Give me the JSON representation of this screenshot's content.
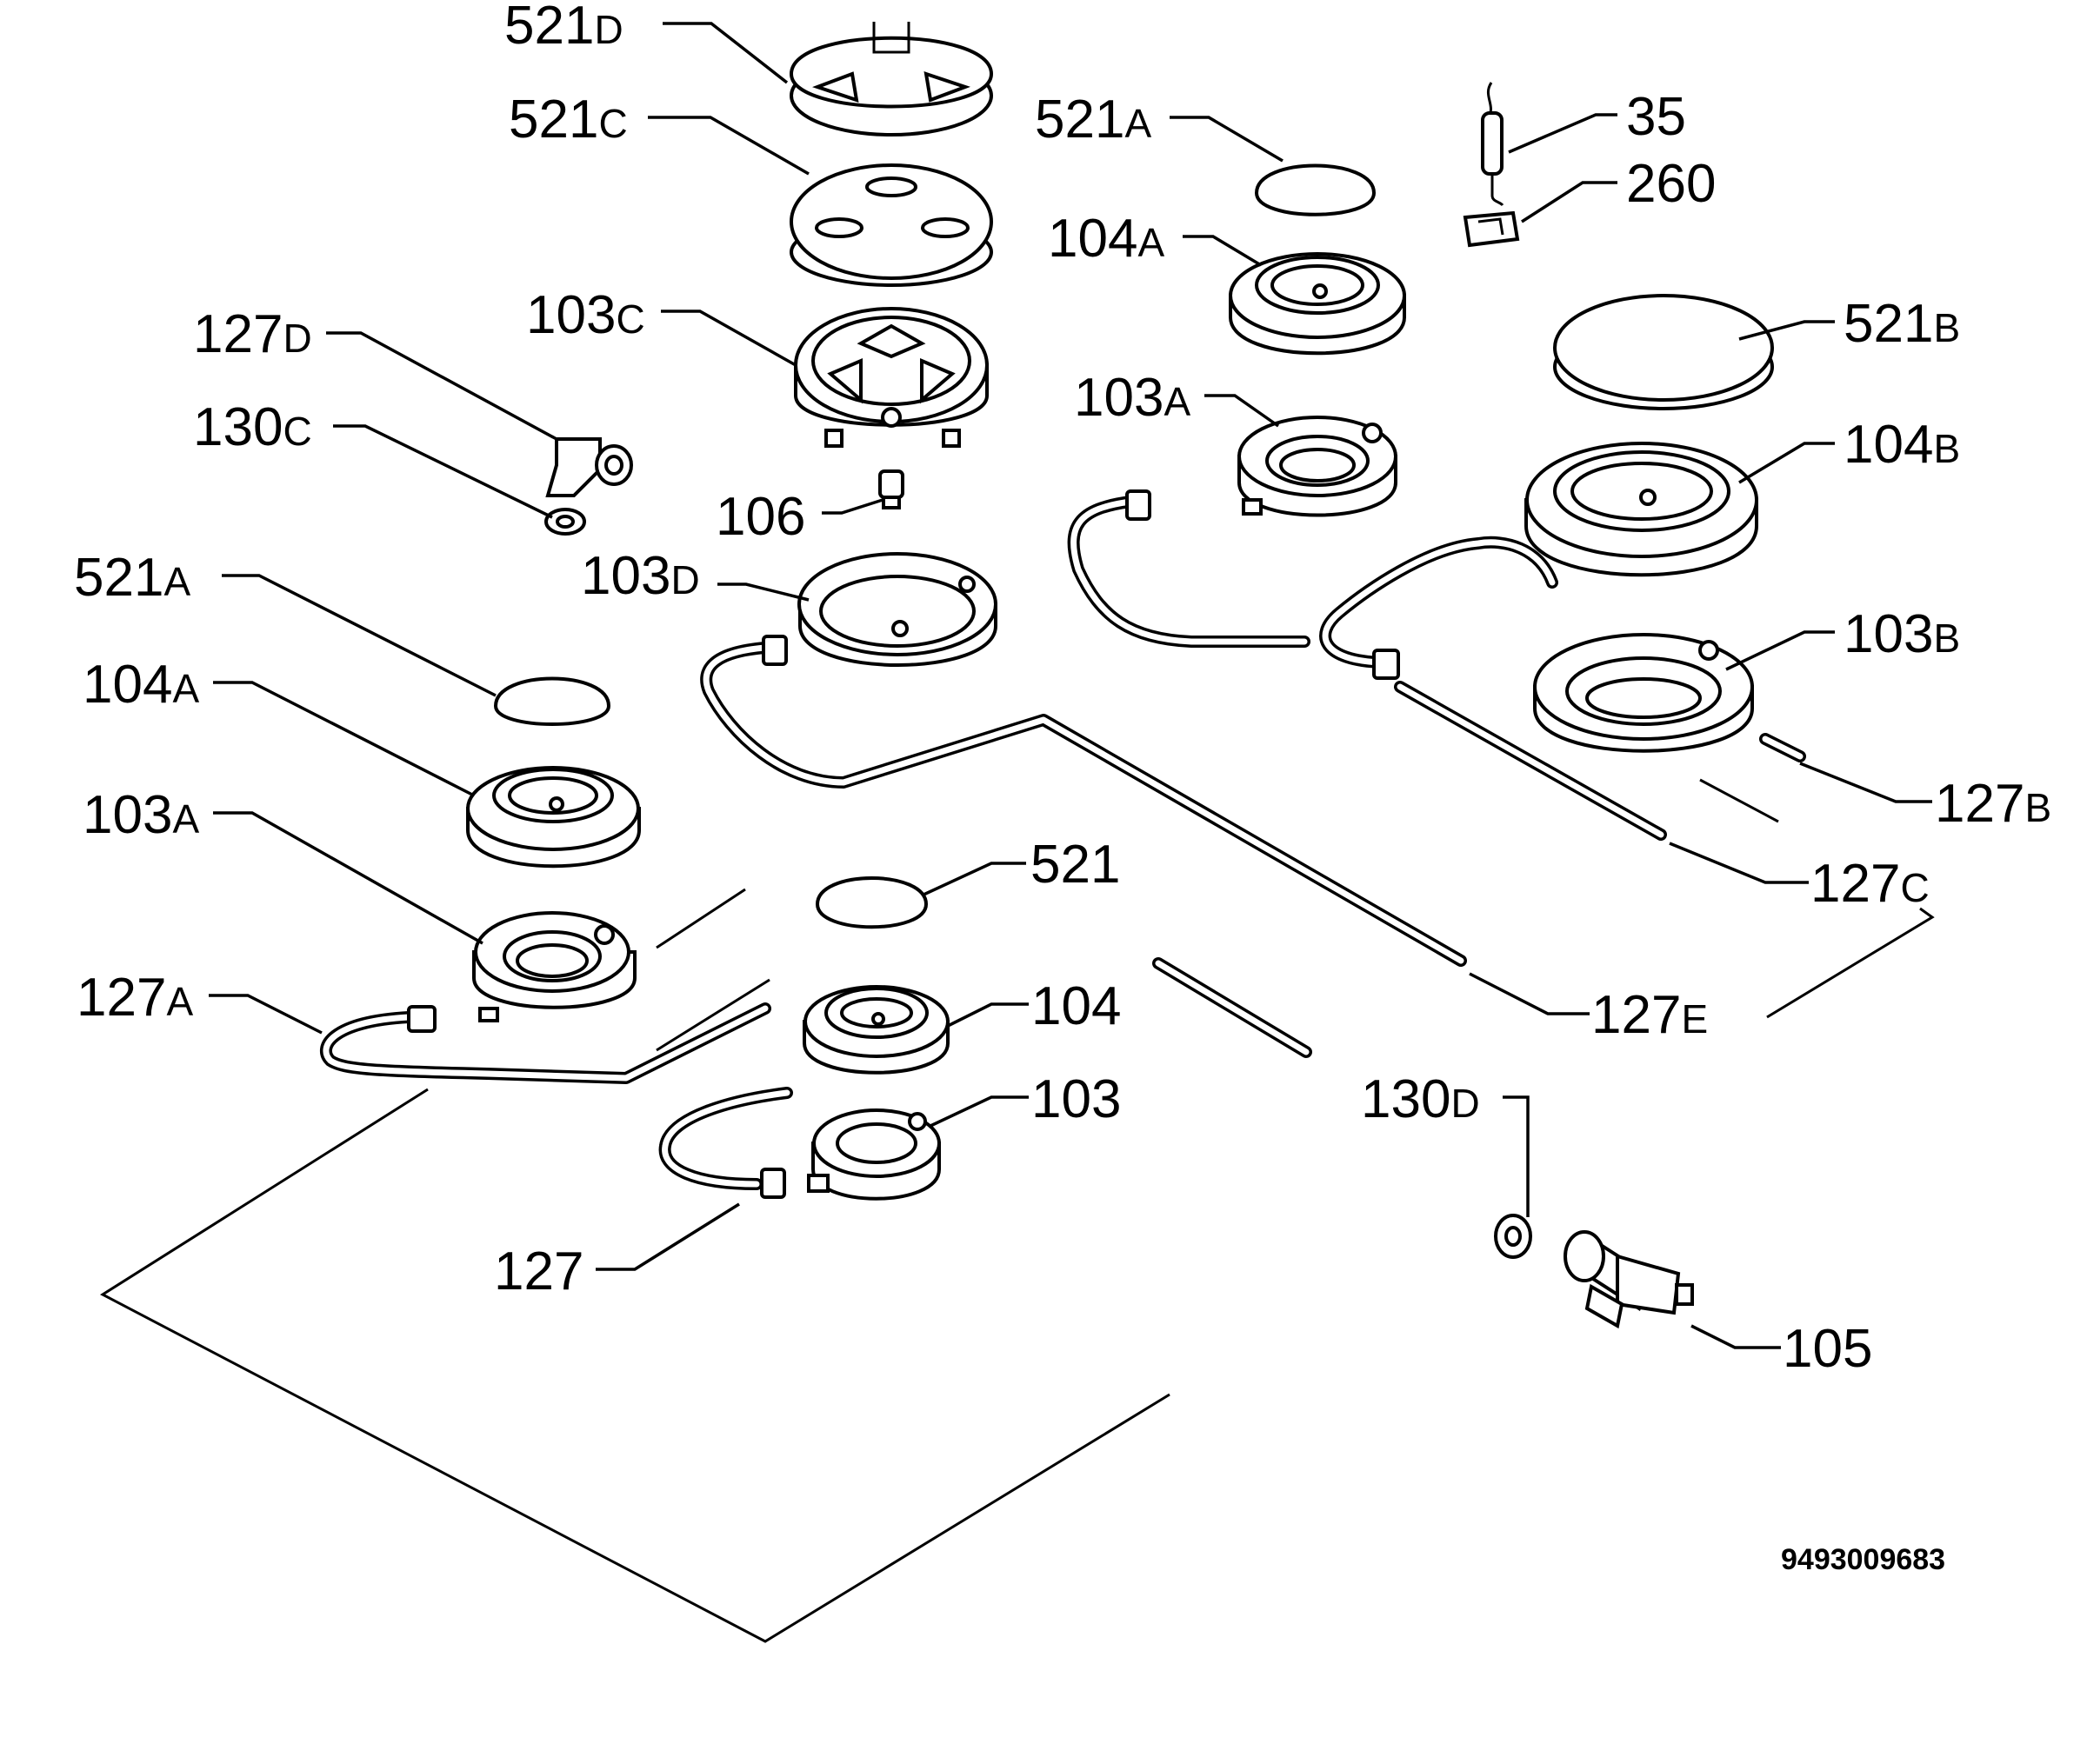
{
  "labels": {
    "l_521d": {
      "num": "521",
      "suffix": "D"
    },
    "l_521c": {
      "num": "521",
      "suffix": "C"
    },
    "l_521a_top": {
      "num": "521",
      "suffix": "A"
    },
    "l_35": {
      "num": "35",
      "suffix": ""
    },
    "l_260": {
      "num": "260",
      "suffix": ""
    },
    "l_104a_top": {
      "num": "104",
      "suffix": "A"
    },
    "l_127d": {
      "num": "127",
      "suffix": "D"
    },
    "l_103c": {
      "num": "103",
      "suffix": "C"
    },
    "l_521b": {
      "num": "521",
      "suffix": "B"
    },
    "l_130c": {
      "num": "130",
      "suffix": "C"
    },
    "l_103a_top": {
      "num": "103",
      "suffix": "A"
    },
    "l_104b": {
      "num": "104",
      "suffix": "B"
    },
    "l_106": {
      "num": "106",
      "suffix": ""
    },
    "l_521a_left": {
      "num": "521",
      "suffix": "A"
    },
    "l_103d": {
      "num": "103",
      "suffix": "D"
    },
    "l_103b": {
      "num": "103",
      "suffix": "B"
    },
    "l_104a_left": {
      "num": "104",
      "suffix": "A"
    },
    "l_127b": {
      "num": "127",
      "suffix": "B"
    },
    "l_103a_left": {
      "num": "103",
      "suffix": "A"
    },
    "l_521": {
      "num": "521",
      "suffix": ""
    },
    "l_127c": {
      "num": "127",
      "suffix": "C"
    },
    "l_127a": {
      "num": "127",
      "suffix": "A"
    },
    "l_104": {
      "num": "104",
      "suffix": ""
    },
    "l_127e": {
      "num": "127",
      "suffix": "E"
    },
    "l_103": {
      "num": "103",
      "suffix": ""
    },
    "l_130d": {
      "num": "130",
      "suffix": "D"
    },
    "l_127": {
      "num": "127",
      "suffix": ""
    },
    "l_105": {
      "num": "105",
      "suffix": ""
    }
  },
  "diagram_code": "9493009683"
}
